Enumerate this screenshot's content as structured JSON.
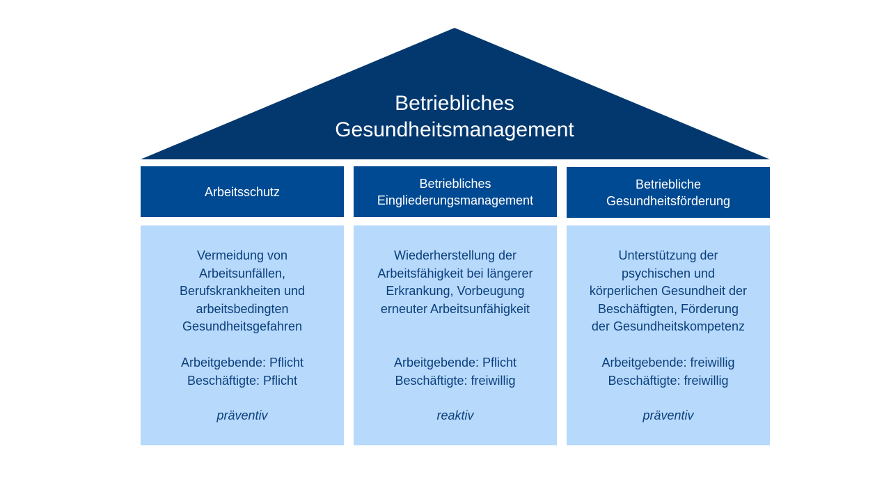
{
  "colors": {
    "roof": "#03386f",
    "header": "#004a93",
    "body": "#b7d9fb",
    "text": "#0b3f7c"
  },
  "title": [
    "Betriebliches",
    "Gesundheitsmanagement"
  ],
  "columns": [
    {
      "header": [
        "Arbeitsschutz"
      ],
      "description": [
        "Vermeidung  von",
        "Arbeitsunfällen,",
        "Berufskrankheiten  und",
        "arbeitsbedingten",
        "Gesundheitsgefahren"
      ],
      "roles": [
        "Arbeitgebende:  Pflicht",
        "Beschäftigte: Pflicht"
      ],
      "mode": "präventiv"
    },
    {
      "header": [
        "Betriebliches",
        "Eingliederungsmanagement"
      ],
      "description": [
        "Wiederherstellung der",
        "Arbeitsfähigkeit bei längerer",
        "Erkrankung,  Vorbeugung",
        "erneuter Arbeitsunfähigkeit"
      ],
      "roles": [
        "Arbeitgebende:  Pflicht",
        "Beschäftigte: freiwillig"
      ],
      "mode": "reaktiv"
    },
    {
      "header": [
        "Betriebliche",
        "Gesundheitsförderung"
      ],
      "description": [
        "Unterstützung  der",
        "psychischen und",
        "körperlichen Gesundheit der",
        "Beschäftigten, Förderung",
        "der Gesundheitskompetenz"
      ],
      "roles": [
        "Arbeitgebende:  freiwillig",
        "Beschäftigte: freiwillig"
      ],
      "mode": "präventiv"
    }
  ]
}
